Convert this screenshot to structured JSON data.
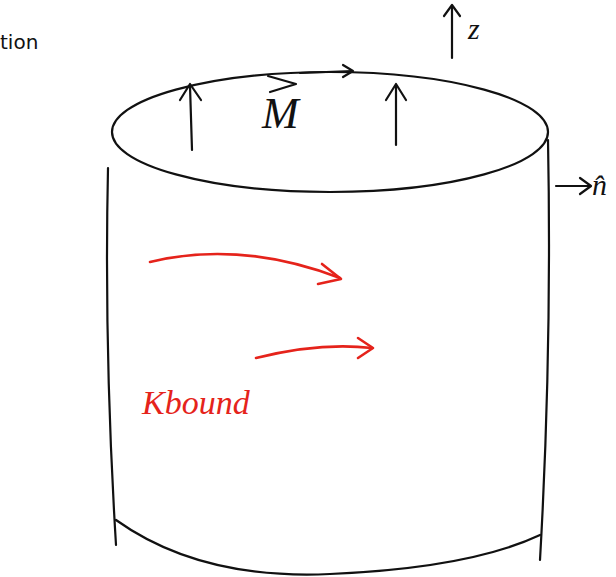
{
  "diagram": {
    "labels": [
      "tion",
      "z",
      "M",
      "n̂",
      "Kbound"
    ]
  }
}
